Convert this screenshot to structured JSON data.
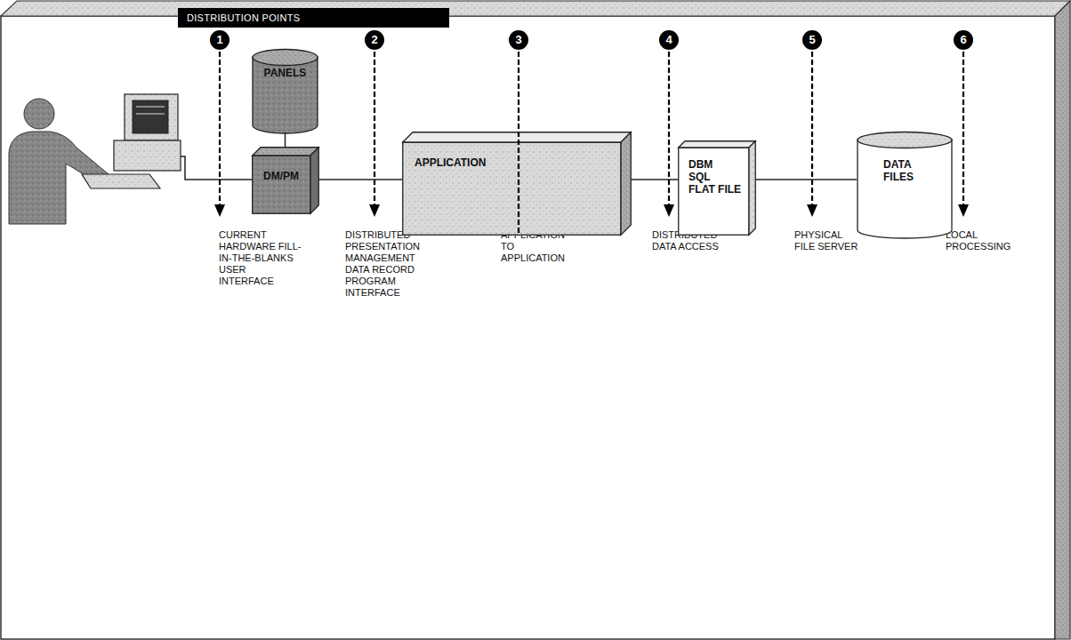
{
  "diagram": {
    "title": "DISTRIBUTION POINTS",
    "nodes": [
      {
        "text": [
          "PANELS"
        ]
      },
      {
        "text": [
          "DM/PM"
        ]
      },
      {
        "text": [
          "APPLICATION"
        ]
      },
      {
        "text": [
          "DBM",
          "SQL",
          "FLAT FILE"
        ]
      },
      {
        "text": [
          "DATA FILES"
        ]
      }
    ],
    "edges": [
      {
        "from": 0,
        "to": 1,
        "arrow": "none"
      },
      {
        "from": 1,
        "to": 2,
        "arrow": "none"
      },
      {
        "from": 2,
        "to": 3,
        "arrow": "none"
      },
      {
        "from": 3,
        "to": 4,
        "arrow": "none"
      }
    ],
    "labels": [
      "1",
      "2",
      "3",
      "4",
      "5",
      "6",
      "CURRENT HARDWARE FILL-IN-THE-BLANKS USER INTERFACE",
      "DISTRIBUTED PRESENTATION MANAGEMENT DATA RECORD PROGRAM INTERFACE",
      "APPLICATION TO APPLICATION",
      "DISTRIBUTED DATA ACCESS",
      "PHYSICAL FILE SERVER",
      "LOCAL PROCESSING"
    ]
  }
}
